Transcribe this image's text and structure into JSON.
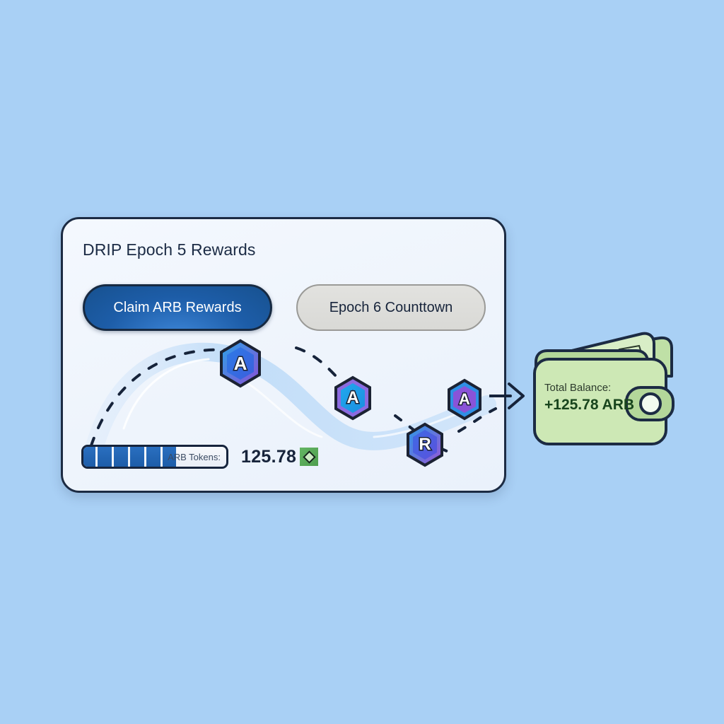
{
  "background_color": "#a9d0f5",
  "card": {
    "title": "DRIP Epoch 5 Rewards",
    "border_color": "#1c2b43",
    "buttons": {
      "claim_label": "Claim ARB Rewards",
      "claim_color": "#1d5da8",
      "countdown_label": "Epoch 6 Counttown",
      "countdown_color": "#dcdcd9"
    },
    "progress": {
      "inline_label": "ARB Tokens:",
      "fill_percent": 65,
      "segments": 6,
      "fill_color": "#1d5da8"
    },
    "amount": {
      "value": "125.78",
      "gem_icon": "green-diamond-icon",
      "gem_color": "#4f9e4f"
    },
    "tokens": [
      {
        "glyph": "A",
        "border_color": "#2aa3e8",
        "fill_color": "#2f6fe0"
      },
      {
        "glyph": "A",
        "border_color": "#8b6be0",
        "fill_color": "#1e9fe8"
      },
      {
        "glyph": "R",
        "border_color": "#7a63dd",
        "fill_color": "#3a55dd"
      },
      {
        "glyph": "A",
        "border_color": "#2f8fe5",
        "fill_color": "#8a53d8"
      }
    ]
  },
  "arrow": {
    "name": "flow-arrow-right"
  },
  "wallet": {
    "balance_label": "Total Balance:",
    "balance_amount": "+125.78 ARB",
    "body_color": "#cde8b5",
    "outline_color": "#1c2b43",
    "note_symbol": "$"
  }
}
